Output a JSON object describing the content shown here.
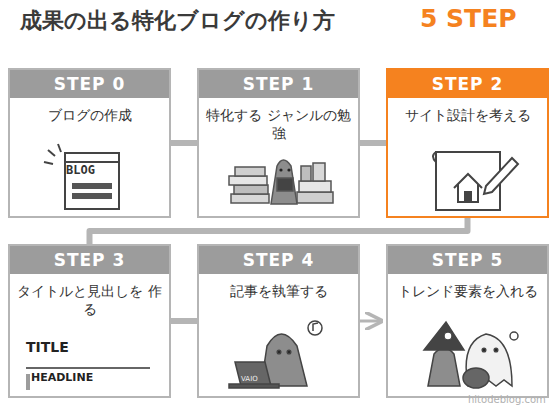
{
  "diagram": {
    "title": "成果の出る特化ブログの作り方",
    "nodes": [
      {
        "text": [
          "STEP 0",
          "ブログの作成"
        ]
      },
      {
        "text": [
          "STEP 1",
          "特化する ジャンルの勉強"
        ]
      },
      {
        "text": [
          "STEP 2",
          "サイト設計を考える"
        ]
      },
      {
        "text": [
          "STEP 3",
          "タイトルと見出しを 作る"
        ]
      },
      {
        "text": [
          "STEP 4",
          "記事を執筆する"
        ]
      },
      {
        "text": [
          "STEP 5",
          "トレンド要素を入れる"
        ]
      }
    ],
    "edges": [
      {
        "from": 0,
        "to": 1,
        "arrow": "none"
      },
      {
        "from": 1,
        "to": 2,
        "arrow": "none"
      },
      {
        "from": 2,
        "to": 3,
        "arrow": "none"
      },
      {
        "from": 3,
        "to": 4,
        "arrow": "none"
      },
      {
        "from": 4,
        "to": 5,
        "arrow": "to"
      }
    ],
    "labels": [
      "5 STEP",
      "BLOG",
      "TITLE",
      "HEADLINE",
      "VAIO",
      "hitodeblog.com"
    ]
  }
}
